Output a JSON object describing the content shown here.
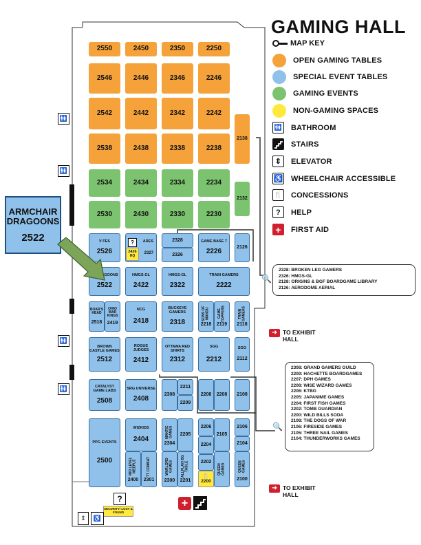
{
  "title": "GAMING HALL",
  "key": {
    "heading": "MAP KEY",
    "items": [
      {
        "label": "OPEN GAMING TABLES",
        "color": "#f5a23a"
      },
      {
        "label": "SPECIAL EVENT TABLES",
        "color": "#8fc1ea"
      },
      {
        "label": "GAMING EVENTS",
        "color": "#7cc36f"
      },
      {
        "label": "NON-GAMING SPACES",
        "color": "#ffe93e"
      },
      {
        "label": "BATHROOM",
        "icon": "bathroom-icon"
      },
      {
        "label": "STAIRS",
        "icon": "stairs-icon"
      },
      {
        "label": "ELEVATOR",
        "icon": "elevator-icon"
      },
      {
        "label": "WHEELCHAIR ACCESSIBLE",
        "icon": "wheelchair-icon"
      },
      {
        "label": "CONCESSIONS",
        "icon": "concessions-icon"
      },
      {
        "label": "HELP",
        "icon": "help-icon"
      },
      {
        "label": "FIRST AID",
        "icon": "first-aid-icon"
      }
    ]
  },
  "callout": {
    "name": "ARMCHAIR DRAGOONS",
    "number": "2522"
  },
  "exits": {
    "upper": "TO EXHIBIT HALL",
    "lower": "TO EXHIBIT HALL"
  },
  "security": "SECURITY/ LOST & FOUND",
  "list_a": [
    "2328: BROKEN LEG GAMERS",
    "2326: HMGS-GL",
    "2128: ORIGINS & BGF BOARDGAME LIBRARY",
    "2126: AERODOME AERIAL"
  ],
  "list_b": [
    "2308: GRAND GAMERS GUILD",
    "2209: HACHETTE BOARDGAMES",
    "2207: DPH GAMES",
    "2208: WISE WIZARD GAMES",
    "2206: KTBG",
    "2205: JAPANIME GAMES",
    "2204: FIRST FISH GAMES",
    "2202: TOMB GUARDIAN",
    "2200: WILD BILLS SODA",
    "2108: THE DOGS OF WAR",
    "2106: FIRESIDE GAMES",
    "2105: THREE NAIL GAMES",
    "2104: THUNDERWORKS GAMES"
  ],
  "tables": {
    "t2550": "2550",
    "t2450": "2450",
    "t2350": "2350",
    "t2250": "2250",
    "t2546": "2546",
    "t2446": "2446",
    "t2346": "2346",
    "t2246": "2246",
    "t2542": "2542",
    "t2442": "2442",
    "t2342": "2342",
    "t2242": "2242",
    "t2538": "2538",
    "t2438": "2438",
    "t2338": "2338",
    "t2238": "2238",
    "t2138": "2138",
    "t2534": "2534",
    "t2434": "2434",
    "t2334": "2334",
    "t2234": "2234",
    "t2132": "2132",
    "t2530": "2530",
    "t2430": "2430",
    "t2330": "2330",
    "t2230": "2230",
    "t2526": "2526",
    "t2426": "2426",
    "t2327": "2327",
    "t2328": "2328",
    "t2326": "2326",
    "t2226": "2226",
    "t2126": "2126",
    "t2522": "2522",
    "t2422": "2422",
    "t2322": "2322",
    "t2222": "2222",
    "t2518": "2518",
    "t2419": "2419",
    "t2418": "2418",
    "t2318": "2318",
    "t2218": "2218",
    "t2119": "2119",
    "t2118": "2118",
    "t2512": "2512",
    "t2412": "2412",
    "t2312": "2312",
    "t2212": "2212",
    "t2112": "2112",
    "t2508": "2508",
    "t2408": "2408",
    "t2308": "2308",
    "t2211": "2211",
    "t2209": "2209",
    "t2208a": "2208",
    "t2208b": "2208",
    "t2108": "2108",
    "t2404": "2404",
    "t2304": "2304",
    "t2205": "2205",
    "t2206": "2206",
    "t2105": "2105",
    "t2106": "2106",
    "t2204": "2204",
    "t2104": "2104",
    "t2500": "2500",
    "t2400": "2400",
    "t2301": "2301",
    "t2300": "2300",
    "t2201": "2201",
    "t2202": "2202",
    "t2200": "2200",
    "t2100": "2100"
  },
  "labels": {
    "vtes": "V:TES",
    "ares": "ARES",
    "hq": "HQ",
    "gamebase": "GAME BASE 7",
    "chair_goons": "CHAIR GOONS",
    "hmgs1": "HMGS-GL",
    "hmgs2": "HMGS-GL",
    "train": "TRAIN GAMERS",
    "boars": "BOAR'S HEAD",
    "ohio": "OHIO WAR KINGS",
    "ncg": "NCG",
    "buckeye": "BUCKEYE GAMERS",
    "sons": "SONS OF MANDU",
    "toppers": "GAME TOPPERS",
    "trainv": "TRAIN GAMERS",
    "brown": "BROWN CASTLE GAMES",
    "rogue": "ROGUE JUDGES",
    "ottawa": "OTTAWA RED SHIRTS",
    "sgg1": "SGG",
    "sgg2": "SGG",
    "catalyst": "CATALYST GAME LABS",
    "srg": "SRG UNIVERSE",
    "ppg": "PPG EVENTS",
    "wizkids": "WIZKIDS",
    "mantic": "MANTIC GAMES",
    "mid": "MID LEVEL MEEPLE",
    "tt": "TT COMBAT",
    "warlord": "WARLORD GAMES",
    "allplay": "ALLPLAY/ BG TABLE",
    "queen1": "QUEEN GAMES",
    "queen2": "QUEEN GAMES"
  }
}
